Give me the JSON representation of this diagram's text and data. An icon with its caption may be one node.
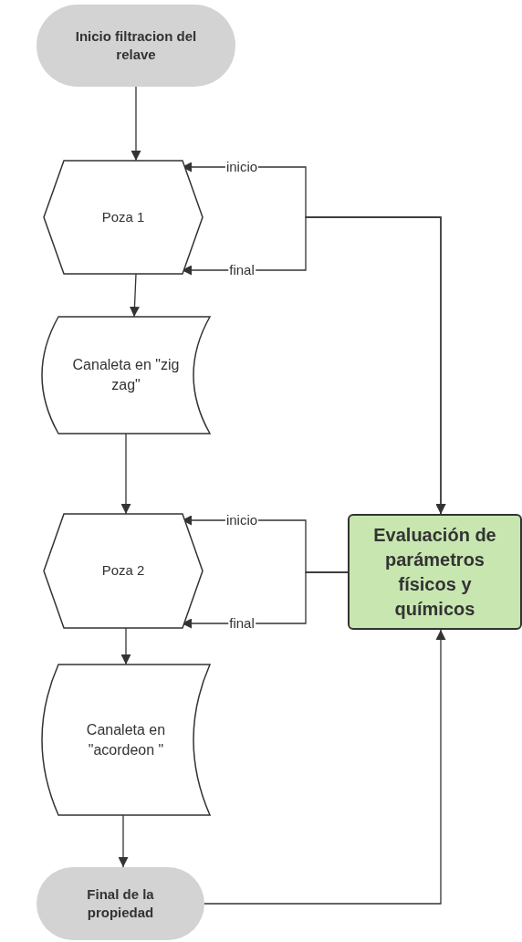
{
  "diagram": {
    "nodes": [
      {
        "text": [
          "Inicio filtracion del relave"
        ]
      },
      {
        "text": [
          "Poza 1"
        ]
      },
      {
        "text": [
          "Canaleta en \"zig zag\""
        ]
      },
      {
        "text": [
          "Poza 2"
        ]
      },
      {
        "text": [
          "Canaleta en \"acordeon \""
        ]
      },
      {
        "text": [
          "Final de la propiedad"
        ]
      },
      {
        "text": [
          "Evaluación de parámetros físicos y químicos"
        ]
      }
    ],
    "edges": [
      {
        "from": 0,
        "to": 1,
        "arrow": "to"
      },
      {
        "from": 1,
        "to": 2,
        "arrow": "to"
      },
      {
        "from": 2,
        "to": 3,
        "arrow": "to"
      },
      {
        "from": 3,
        "to": 4,
        "arrow": "to"
      },
      {
        "from": 4,
        "to": 5,
        "arrow": "to"
      },
      {
        "from": 1,
        "to": 6,
        "arrow": "both",
        "label": "inicio"
      },
      {
        "from": 1,
        "to": 6,
        "arrow": "both",
        "label": "final"
      },
      {
        "from": 6,
        "to": 3,
        "arrow": "to",
        "label": "inicio"
      },
      {
        "from": 6,
        "to": 3,
        "arrow": "to",
        "label": "final"
      },
      {
        "from": 5,
        "to": 6,
        "arrow": "to"
      }
    ]
  }
}
